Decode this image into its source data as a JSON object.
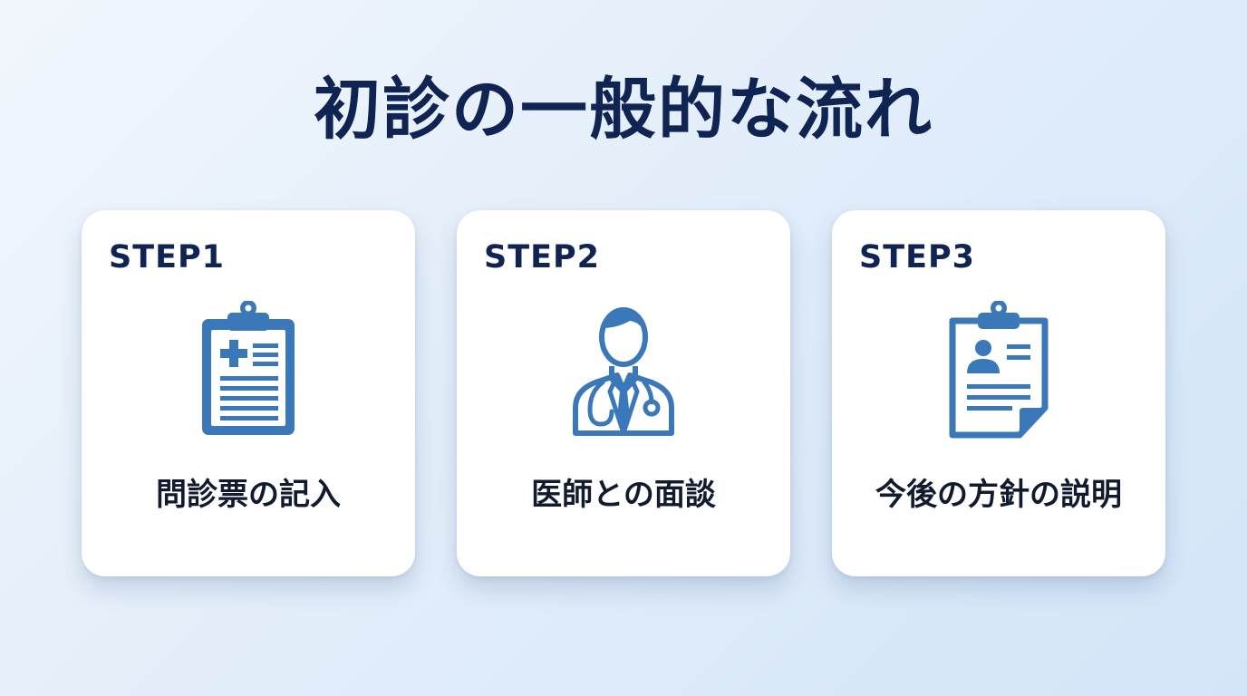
{
  "title": "初診の一般的な流れ",
  "colors": {
    "title": "#0f2452",
    "icon": "#3b78b9",
    "card": "#ffffff",
    "text": "#111a2e"
  },
  "steps": [
    {
      "label": "STEP1",
      "text": "問診票の記入",
      "icon": "medical-clipboard-icon"
    },
    {
      "label": "STEP2",
      "text": "医師との面談",
      "icon": "doctor-icon"
    },
    {
      "label": "STEP3",
      "text": "今後の方針の説明",
      "icon": "patient-record-icon"
    }
  ]
}
